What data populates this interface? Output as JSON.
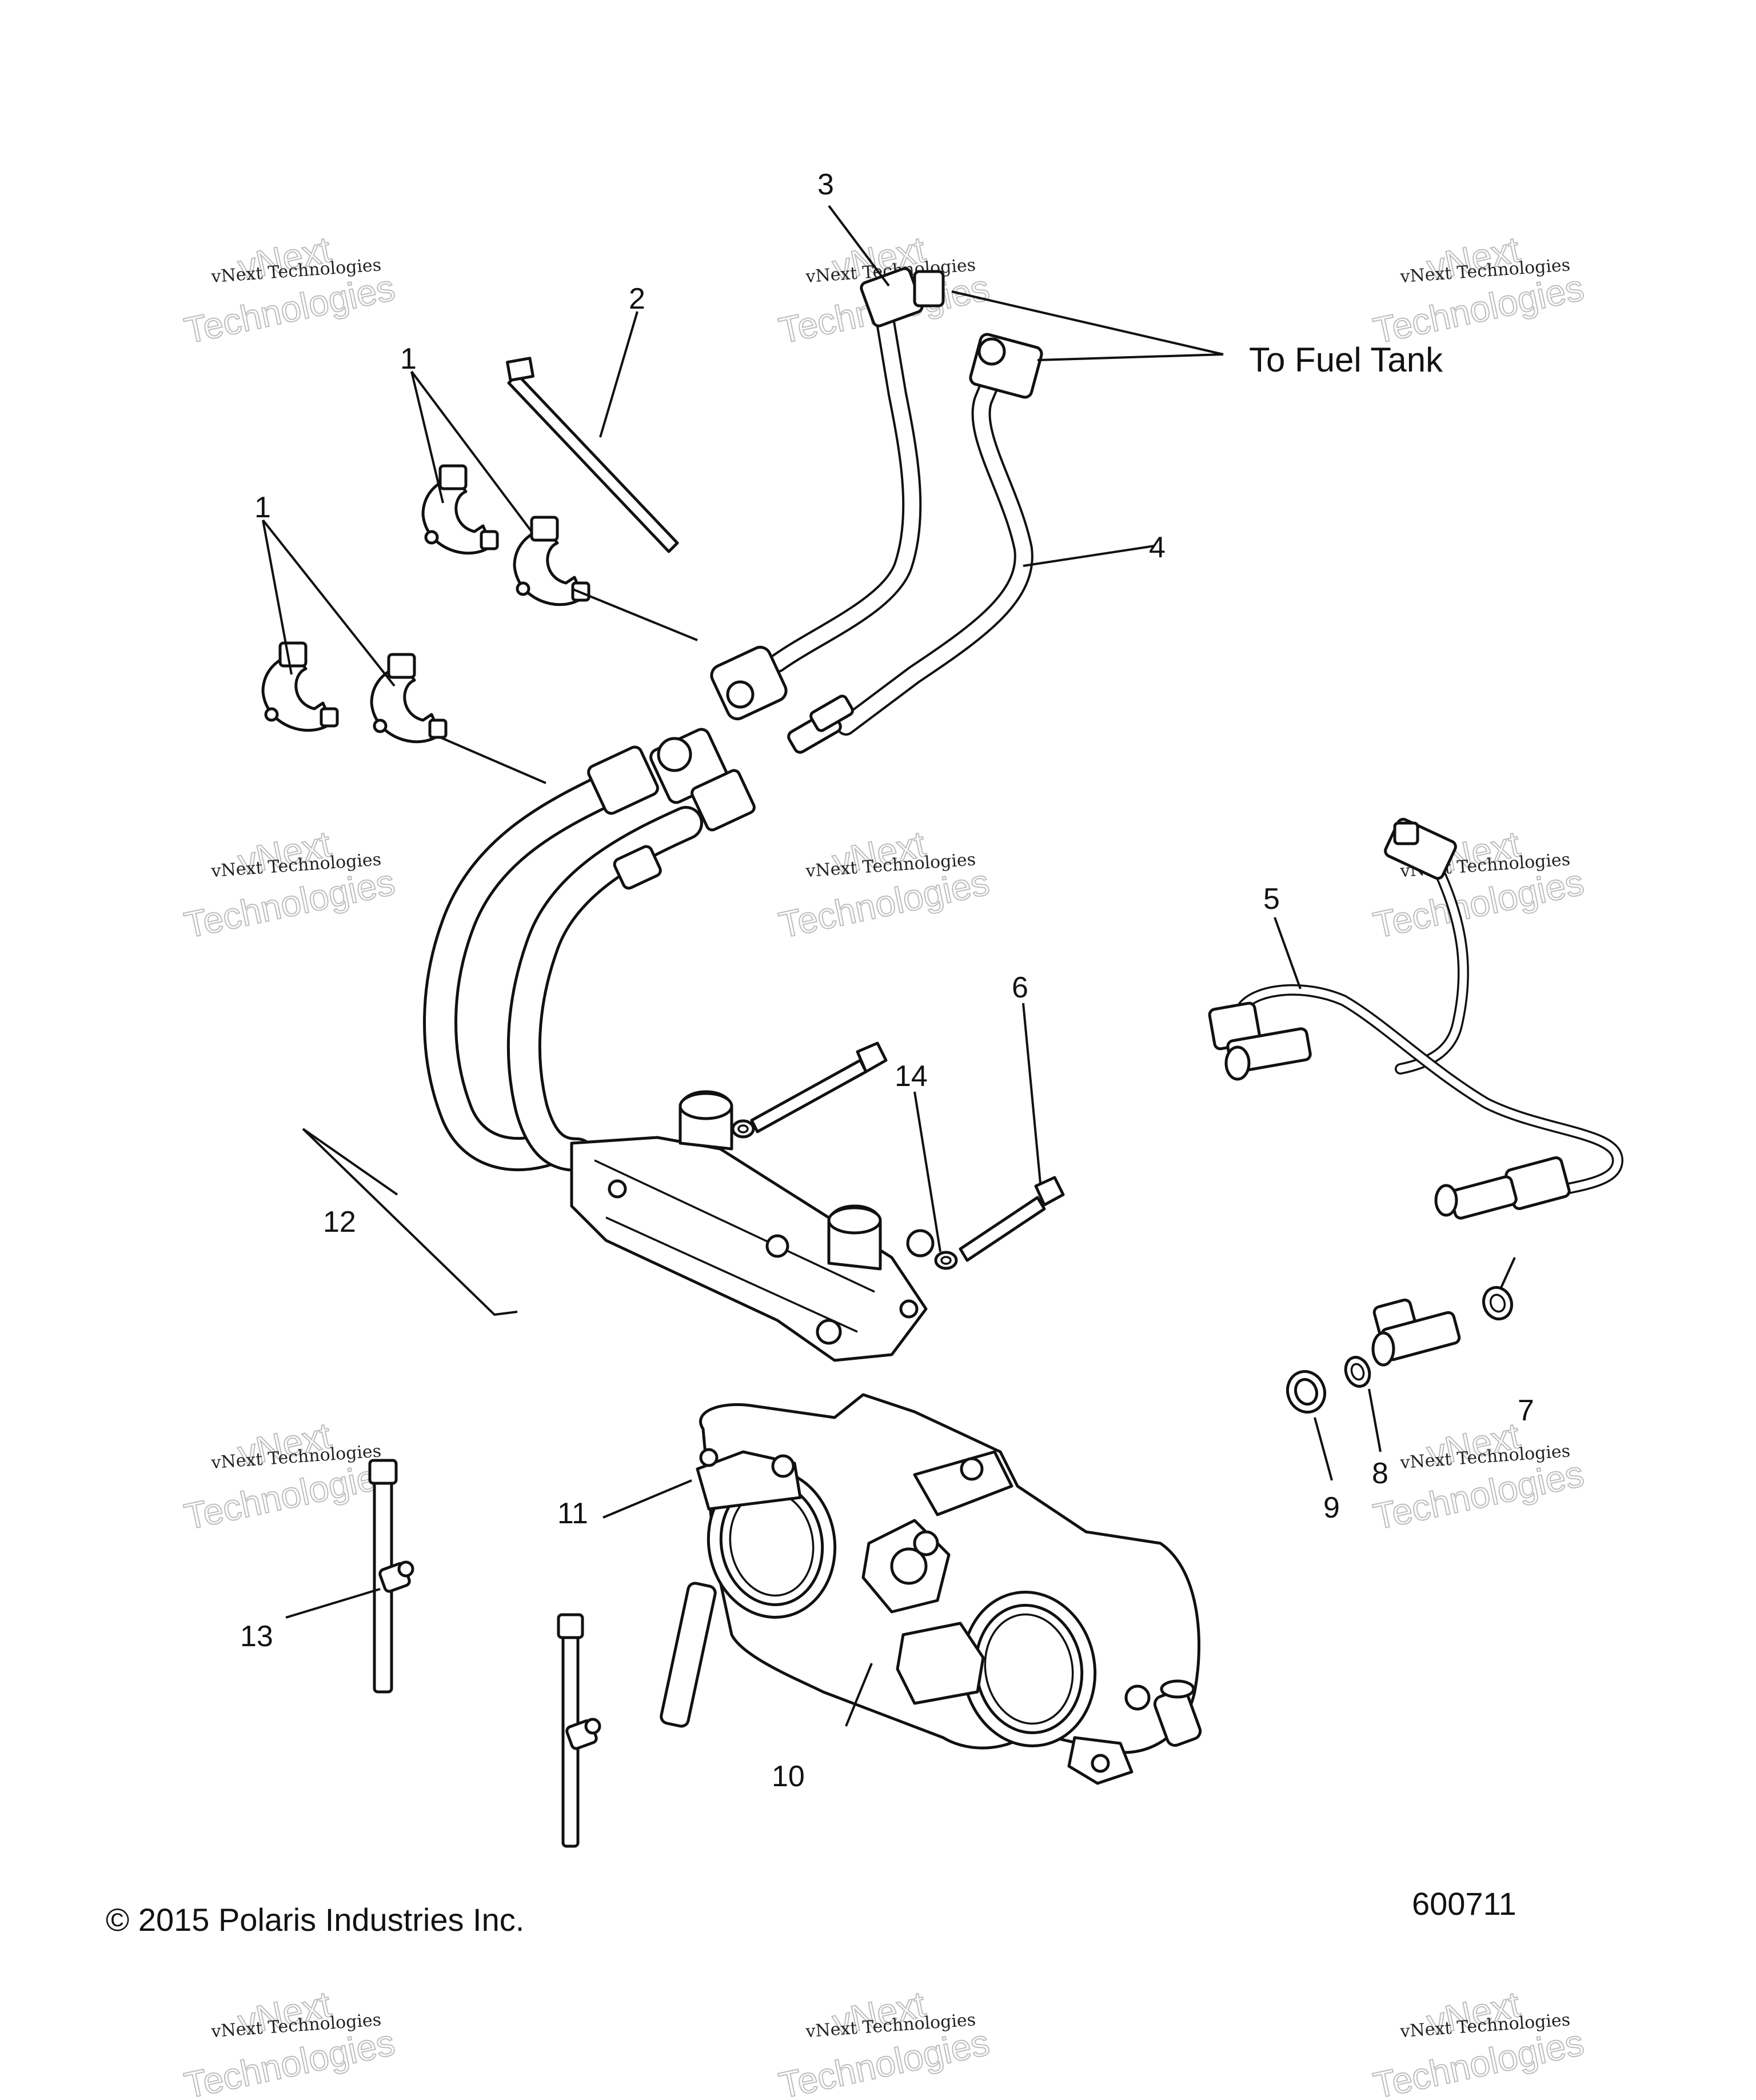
{
  "callouts": {
    "c1a": "1",
    "c1b": "1",
    "c2": "2",
    "c3": "3",
    "c4": "4",
    "c5": "5",
    "c6": "6",
    "c7": "7",
    "c8": "8",
    "c9": "9",
    "c10": "10",
    "c11": "11",
    "c12": "12",
    "c13": "13",
    "c14": "14"
  },
  "fuel_tank_label": "To Fuel Tank",
  "copyright": "© 2015 Polaris Industries Inc.",
  "diagram_number": "600711",
  "watermark": {
    "brand": "vNext Technologies",
    "word1": "vNext",
    "word2": "Technologies"
  }
}
